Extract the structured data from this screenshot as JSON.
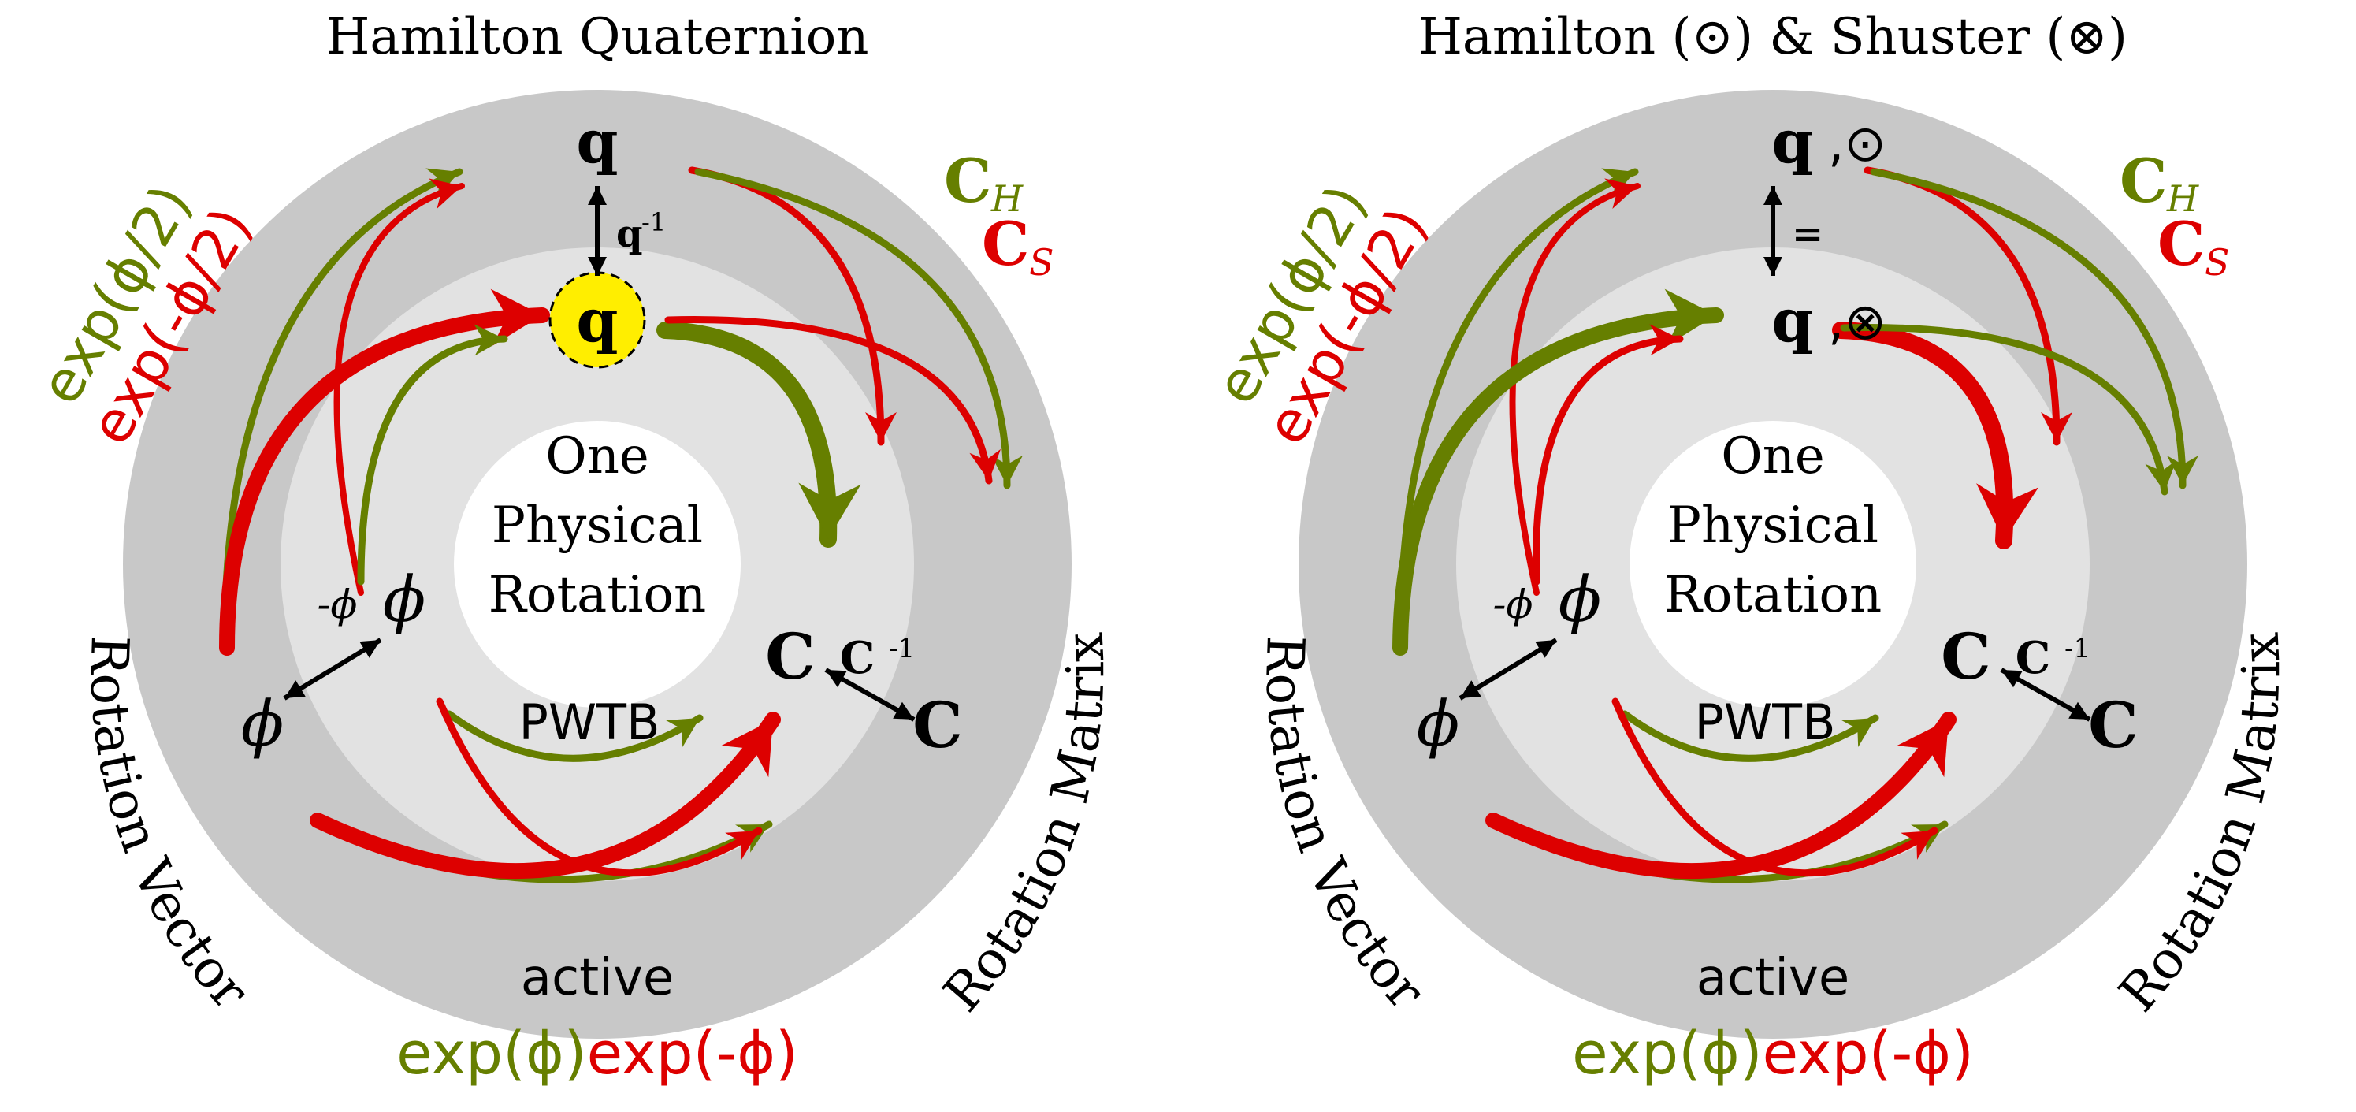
{
  "colors": {
    "outer_ring": "#c8c8c8",
    "middle_ring": "#e2e2e2",
    "center": "#ffffff",
    "green": "#667f00",
    "red": "#dd0000",
    "highlight": "#ffee00",
    "ink": "#000000"
  },
  "panels": [
    {
      "title": "Hamilton Quaternion",
      "center_text": [
        "One",
        "Physical",
        "Rotation"
      ],
      "quat_top": "q",
      "quat_top_sym": "",
      "quat_inner": "q",
      "quat_inner_sym": "",
      "quat_link_label": "q",
      "quat_link_sup": "-1",
      "corner_top_right_green": "C",
      "corner_top_right_green_sub": "H",
      "corner_top_right_red": "C",
      "corner_top_right_red_sub": "S",
      "corner_top_left_green": "exp(ϕ/2)",
      "corner_top_left_red": "exp(-ϕ/2)",
      "vec_neg_label": "-ϕ",
      "vec_inner": "ϕ",
      "vec_outer": "ϕ",
      "mat_inner": "C",
      "mat_inv_label": "C",
      "mat_inv_sup": "-1",
      "mat_outer": "C",
      "pwtb_label": "PWTB",
      "active_label": "active",
      "bottom_green": "exp(ϕ)",
      "bottom_red": "exp(-ϕ)",
      "left_arc_label": "Rotation Vector",
      "right_arc_label": "Rotation Matrix",
      "inner_highlight": true
    },
    {
      "title": "Hamilton (⊙) & Shuster (⊗)",
      "center_text": [
        "One",
        "Physical",
        "Rotation"
      ],
      "quat_top": "q",
      "quat_top_sym": ",⊙",
      "quat_inner": "q",
      "quat_inner_sym": ",⊗",
      "quat_link_label": "=",
      "quat_link_sup": "",
      "corner_top_right_green": "C",
      "corner_top_right_green_sub": "H",
      "corner_top_right_red": "C",
      "corner_top_right_red_sub": "S",
      "corner_top_left_green": "exp(ϕ/2)",
      "corner_top_left_red": "exp(-ϕ/2)",
      "vec_neg_label": "-ϕ",
      "vec_inner": "ϕ",
      "vec_outer": "ϕ",
      "mat_inner": "C",
      "mat_inv_label": "C",
      "mat_inv_sup": "-1",
      "mat_outer": "C",
      "pwtb_label": "PWTB",
      "active_label": "active",
      "bottom_green": "exp(ϕ)",
      "bottom_red": "exp(-ϕ)",
      "left_arc_label": "Rotation Vector",
      "right_arc_label": "Rotation Matrix",
      "inner_highlight": false
    }
  ]
}
